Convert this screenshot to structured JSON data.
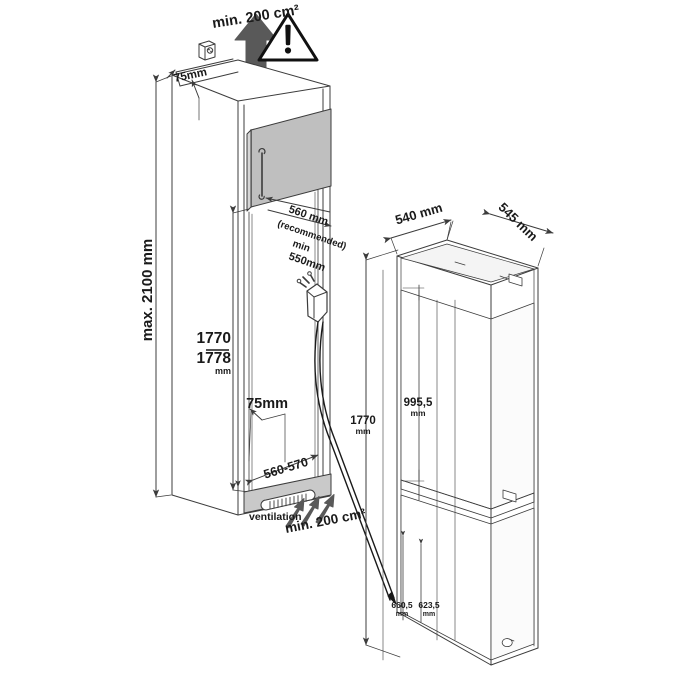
{
  "document": {
    "type": "installation-dimension-drawing",
    "subject": "built-in fridge-freezer niche installation diagram",
    "units": "mm",
    "line_color": "#3c3c3c",
    "fill_gray": "#bfbfbf",
    "fill_light": "#f2f2f2",
    "text_color": "#1a1a1a"
  },
  "left_view": {
    "name": "niche-cabinet-view",
    "annotations": {
      "top_vent_note": "min. 200 cm²",
      "top_gap": "75mm",
      "height_max": "max. 2100 mm",
      "niche_depth_recommended_line1": "560 mm",
      "niche_depth_recommended_line2": "(recommended)",
      "niche_depth_min_line1": "min",
      "niche_depth_min_line2": "550mm",
      "niche_height_line1": "1770",
      "niche_height_line2": "1778",
      "niche_height_unit": "mm",
      "front_gap": "75mm",
      "niche_width": "560-570",
      "ventilation_label": "ventilation",
      "bottom_vent_note": "min. 200 cm²"
    },
    "icons": {
      "socket": "wall-socket-icon",
      "warning": "warning-triangle-icon",
      "airflow_up": "up-arrow-icon",
      "airflow_in": "inflow-arrows-icon",
      "power_plug": "power-plug-icon"
    }
  },
  "right_view": {
    "name": "appliance-view",
    "annotations": {
      "width": "540 mm",
      "depth": "545 mm",
      "total_height_line1": "1770",
      "total_height_unit": "mm",
      "fridge_door_height_line1": "995,5",
      "fridge_door_height_unit": "mm",
      "dim_660_value": "660,5",
      "dim_660_unit": "mm",
      "dim_623_value": "623,5",
      "dim_623_unit": "mm"
    },
    "icons": {
      "foot": "adjustable-foot-icon",
      "hinge": "door-hinge-icon"
    }
  }
}
